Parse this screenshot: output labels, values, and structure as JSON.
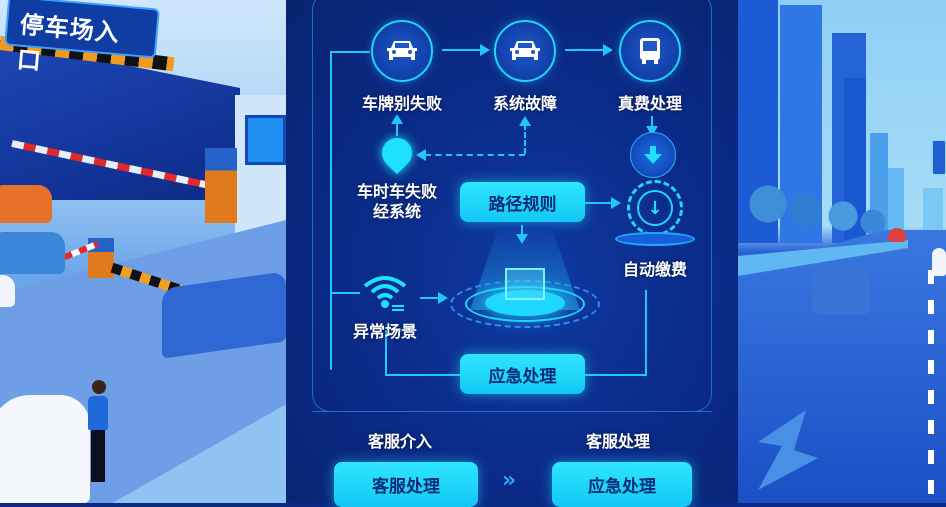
{
  "scene_left": {
    "sign_text": "停车场入口",
    "description": "parking lot entrance with barrier gates, cars and attendant"
  },
  "scene_right": {
    "description": "city highway with buildings, trees and cars"
  },
  "flow": {
    "top_row": [
      {
        "label": "车牌别失败",
        "icon": "car-icon"
      },
      {
        "label": "系统故障",
        "icon": "car-icon"
      },
      {
        "label": "真费处理",
        "icon": "bus-icon"
      }
    ],
    "location_node": {
      "label_line1": "车时车失败",
      "label_line2": "经系统",
      "icon": "location-pin-icon"
    },
    "route_button": "路径规则",
    "auto_pay": {
      "label": "自动缴费",
      "icon": "download-circle-icon"
    },
    "abnormal": {
      "label": "异常场景",
      "icon": "wifi-icon"
    },
    "emergency_button": "应急处理",
    "center_icon": "hologram-box-icon"
  },
  "bottom": {
    "left_title": "客服介入",
    "right_title": "客服处理",
    "left_button": "客服处理",
    "right_button": "应急处理",
    "separator": "»"
  },
  "colors": {
    "panel_bg": "#0a2a86",
    "accent_cyan": "#22c6ff",
    "button_bg": "#2ee6ff",
    "button_text": "#072a78"
  }
}
